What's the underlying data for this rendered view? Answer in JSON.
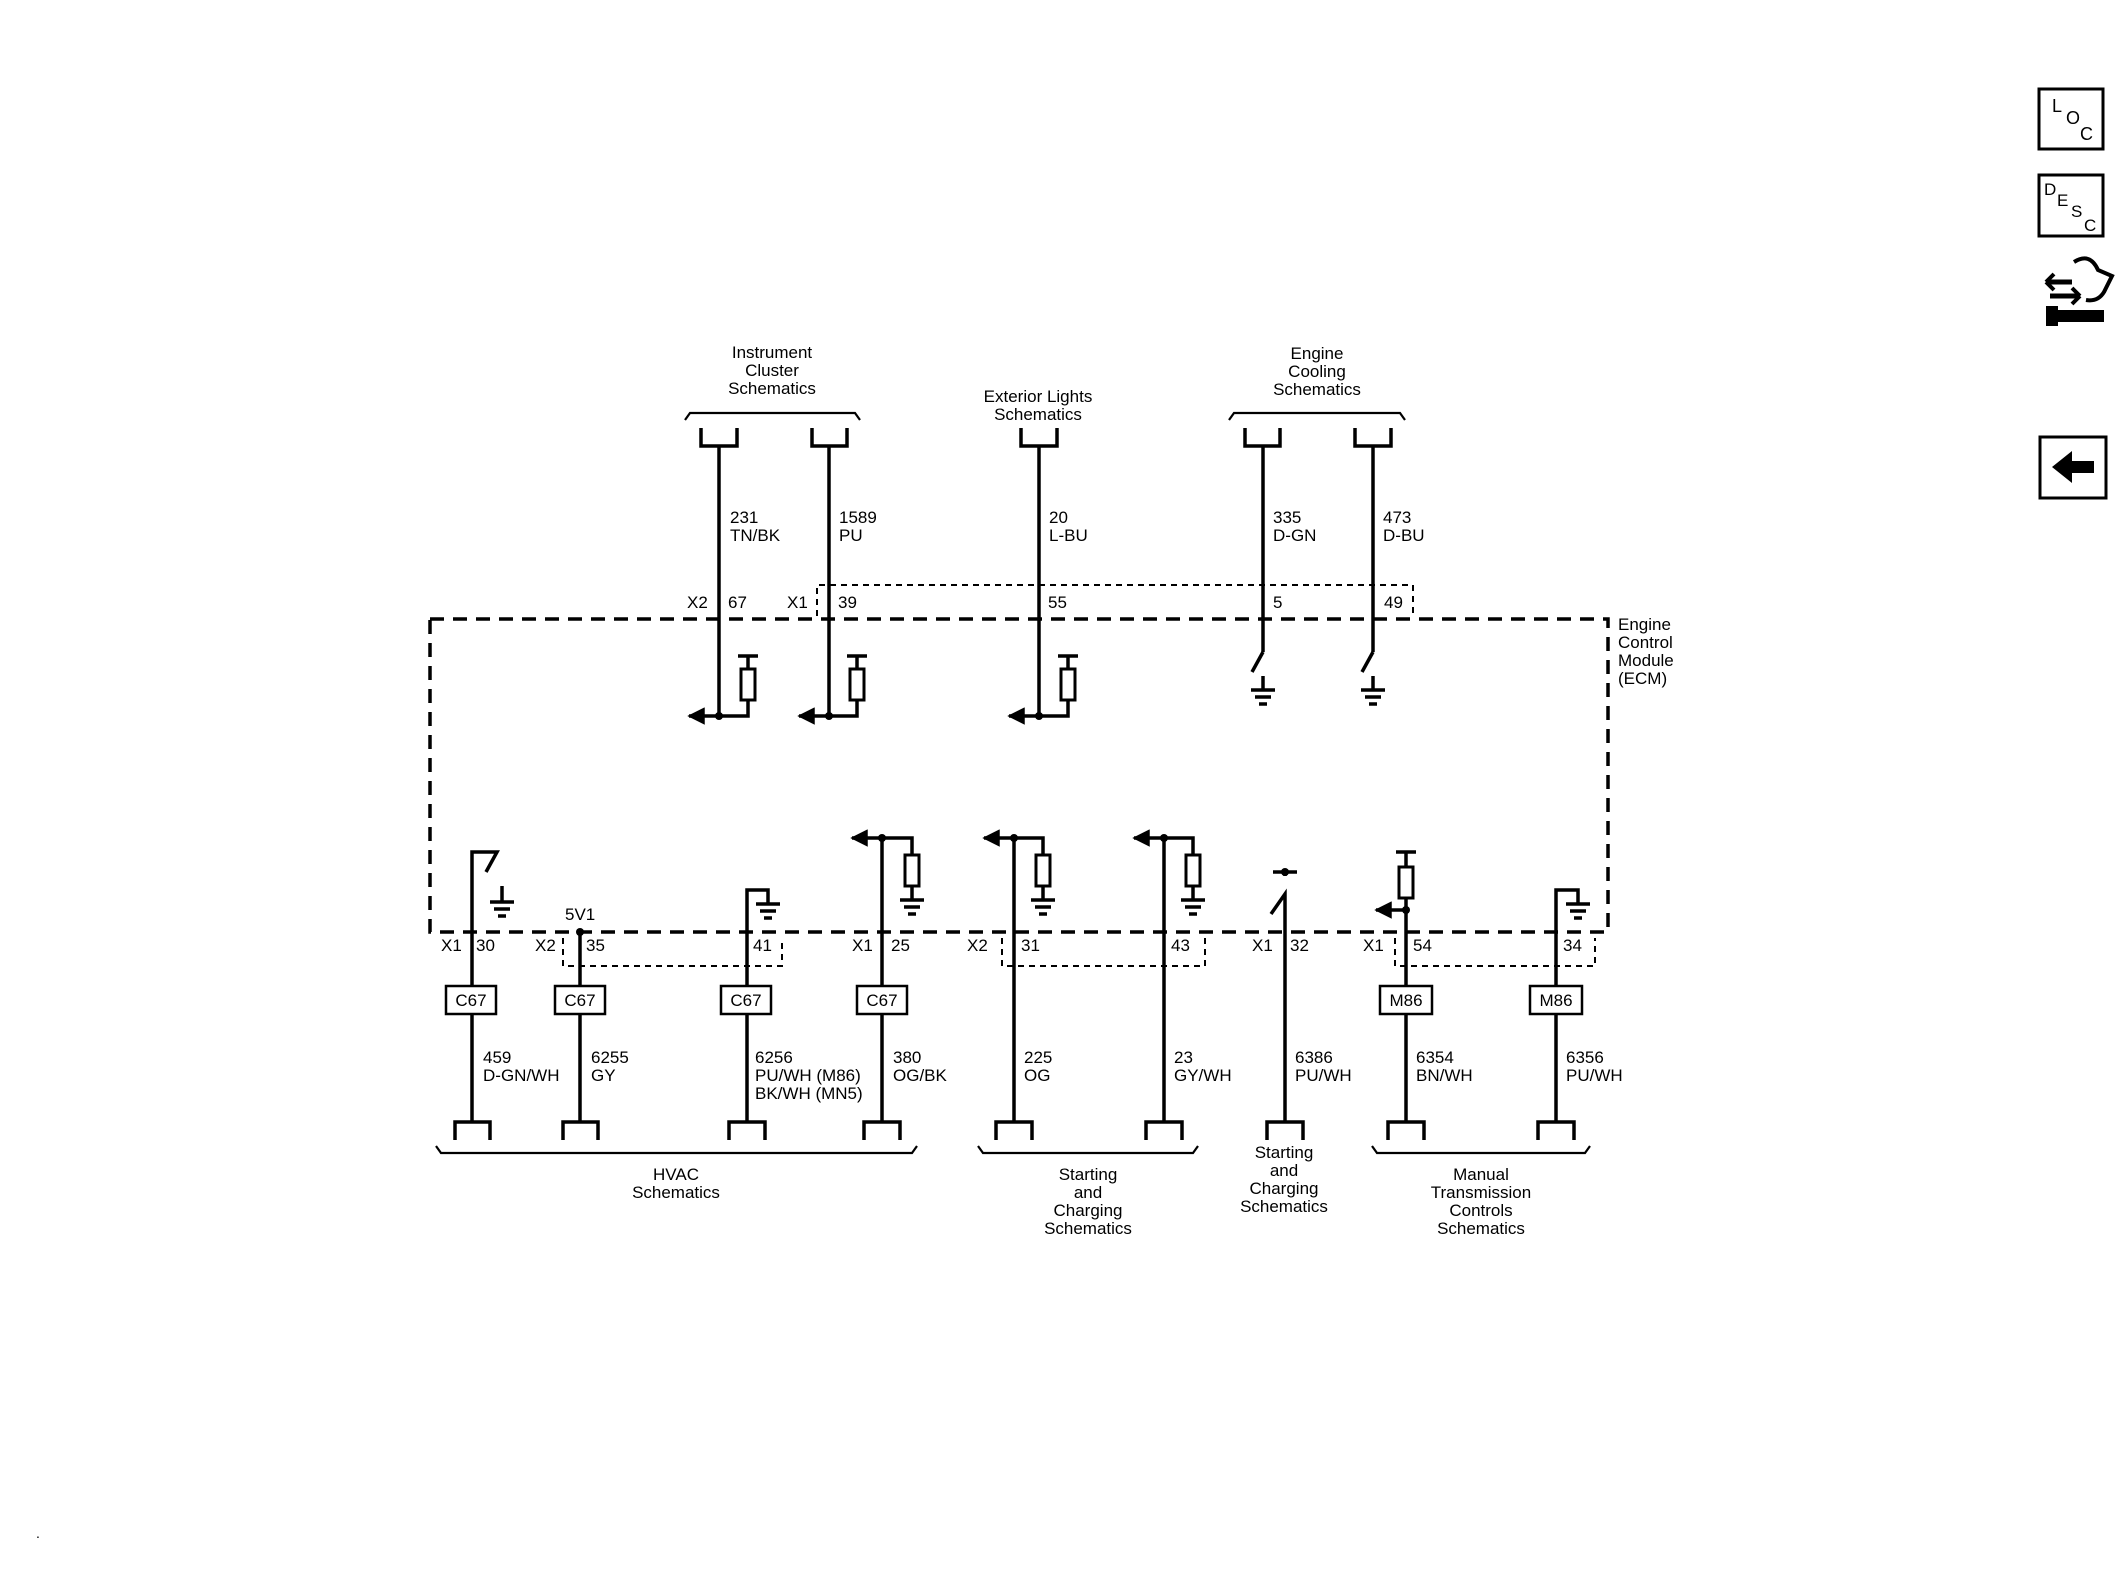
{
  "nav": {
    "loc": {
      "l": "L",
      "o": "O",
      "c": "C"
    },
    "desc": {
      "d": "D",
      "e": "E",
      "s": "S",
      "c": "C"
    }
  },
  "module": {
    "line1": "Engine",
    "line2": "Control",
    "line3": "Module",
    "line4": "(ECM)"
  },
  "top_groups": {
    "instrument": {
      "line1": "Instrument",
      "line2": "Cluster",
      "line3": "Schematics"
    },
    "exterior": {
      "line1": "Exterior Lights",
      "line2": "Schematics"
    },
    "cooling": {
      "line1": "Engine",
      "line2": "Cooling",
      "line3": "Schematics"
    }
  },
  "top_connectors": {
    "x2": "X2",
    "x1": "X1"
  },
  "top_circuits": [
    {
      "circuit": "231",
      "color": "TN/BK",
      "pin": "67"
    },
    {
      "circuit": "1589",
      "color": "PU",
      "pin": "39"
    },
    {
      "circuit": "20",
      "color": "L-BU",
      "pin": "55"
    },
    {
      "circuit": "335",
      "color": "D-GN",
      "pin": "5"
    },
    {
      "circuit": "473",
      "color": "D-BU",
      "pin": "49"
    }
  ],
  "supply_label": "5V1",
  "bottom_circuits": [
    {
      "conn": "X1",
      "pin": "30",
      "option": "C67",
      "circuit": "459",
      "color": "D-GN/WH",
      "color2": ""
    },
    {
      "conn": "X2",
      "pin": "35",
      "option": "C67",
      "circuit": "6255",
      "color": "GY",
      "color2": ""
    },
    {
      "conn": "",
      "pin": "41",
      "option": "C67",
      "circuit": "6256",
      "color": "PU/WH (M86)",
      "color2": "BK/WH (MN5)"
    },
    {
      "conn": "X1",
      "pin": "25",
      "option": "C67",
      "circuit": "380",
      "color": "OG/BK",
      "color2": ""
    },
    {
      "conn": "X2",
      "pin": "31",
      "option": "",
      "circuit": "225",
      "color": "OG",
      "color2": ""
    },
    {
      "conn": "",
      "pin": "43",
      "option": "",
      "circuit": "23",
      "color": "GY/WH",
      "color2": ""
    },
    {
      "conn": "X1",
      "pin": "32",
      "option": "",
      "circuit": "6386",
      "color": "PU/WH",
      "color2": ""
    },
    {
      "conn": "X1",
      "pin": "54",
      "option": "M86",
      "circuit": "6354",
      "color": "BN/WH",
      "color2": ""
    },
    {
      "conn": "",
      "pin": "34",
      "option": "M86",
      "circuit": "6356",
      "color": "PU/WH",
      "color2": ""
    }
  ],
  "bottom_groups": {
    "hvac": {
      "line1": "HVAC",
      "line2": "Schematics"
    },
    "starting1": {
      "line1": "Starting",
      "line2": "and",
      "line3": "Charging",
      "line4": "Schematics"
    },
    "starting2": {
      "line1": "Starting",
      "line2": "and",
      "line3": "Charging",
      "line4": "Schematics"
    },
    "manual": {
      "line1": "Manual",
      "line2": "Transmission",
      "line3": "Controls",
      "line4": "Schematics"
    }
  },
  "corner_mark": "."
}
